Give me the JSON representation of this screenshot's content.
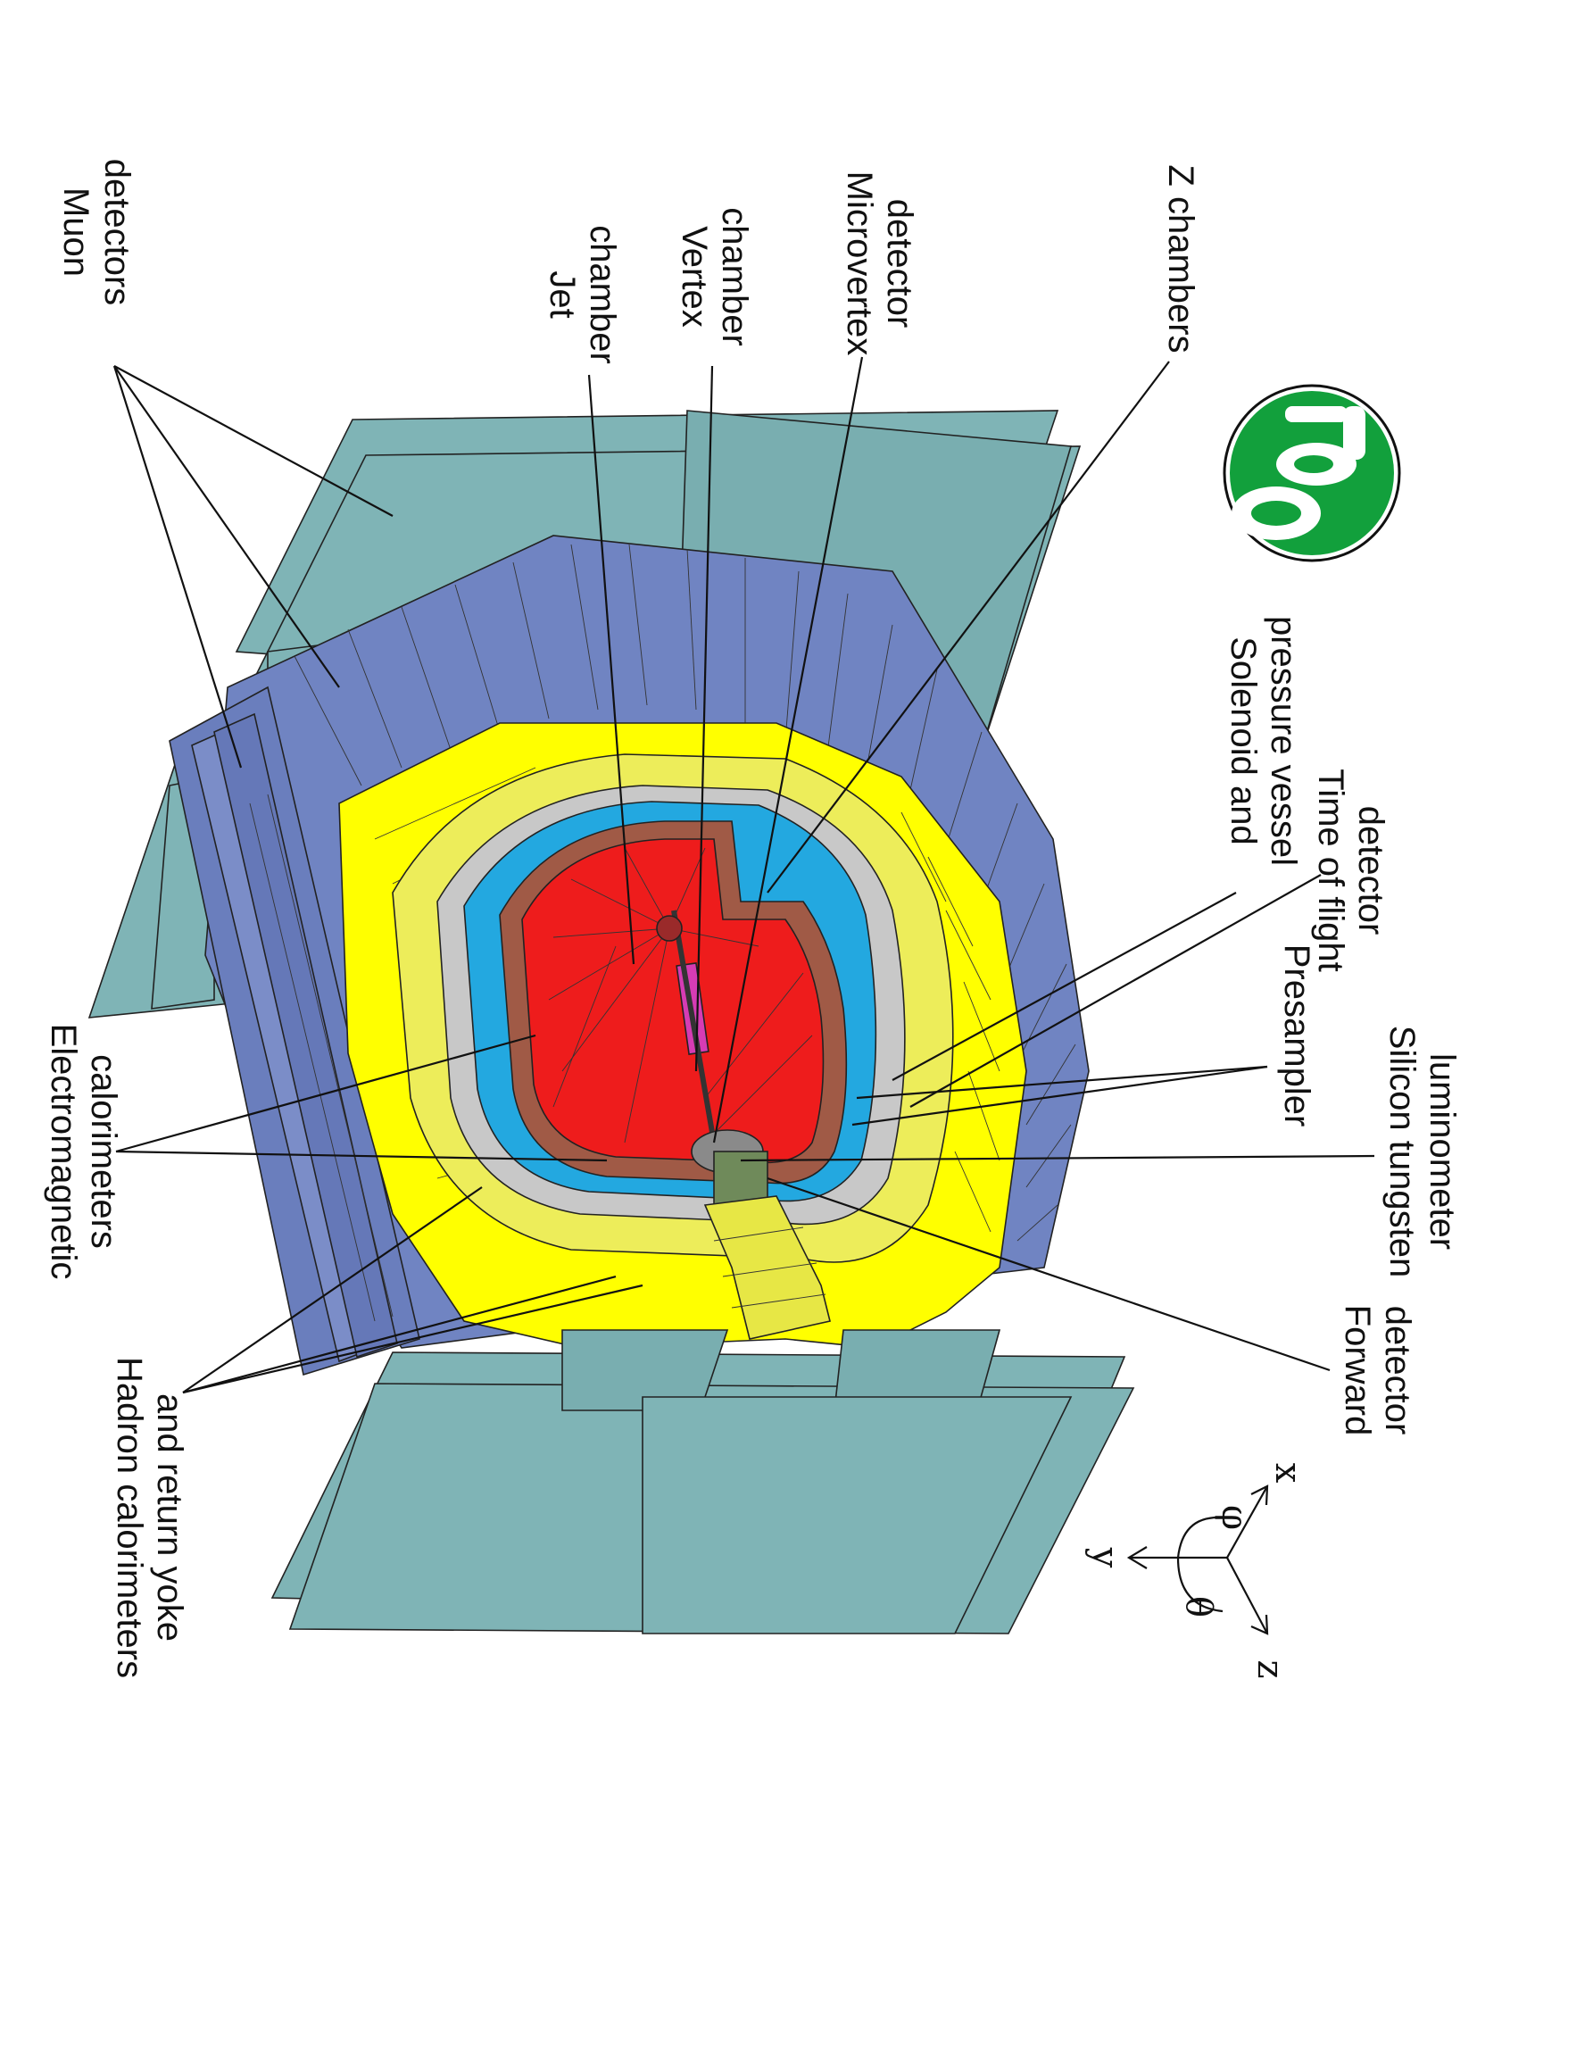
{
  "diagram": {
    "labels": {
      "muon": [
        "Muon",
        "detectors"
      ],
      "jet": [
        "Jet",
        "chamber"
      ],
      "vertex": [
        "Vertex",
        "chamber"
      ],
      "microvertex": [
        "Microvertex",
        "detector"
      ],
      "zchambers": [
        "Z chambers"
      ],
      "solenoid": [
        "Solenoid and",
        "pressure vessel"
      ],
      "tof": [
        "Time of flight",
        "detector"
      ],
      "presampler": [
        "Presampler"
      ],
      "silicon": [
        "Silicon tungsten",
        "luminometer"
      ],
      "forward": [
        "Forward",
        "detector"
      ],
      "em": [
        "Electromagnetic",
        "calorimeters"
      ],
      "hadron": [
        "Hadron calorimeters",
        "and return yoke"
      ]
    },
    "axes": {
      "x": "x",
      "y": "y",
      "z": "z",
      "theta": "θ",
      "phi": "φ"
    },
    "logo": {
      "text": "OPAL",
      "icon": "opal-logo-icon"
    }
  },
  "colors": {
    "muon_panels": "#7fb4b6",
    "return_yoke": "#7084c2",
    "hadron_calorimeter": "#ffff00",
    "em_calorimeter": "#eded5a",
    "presampler": "#23a8e0",
    "solenoid": "#c8c8c8",
    "pressure_vessel": "#a05a46",
    "jet_chamber": "#ee1c1c",
    "vertex_chamber": "#d63cb4",
    "logo_green": "#12a03c"
  }
}
